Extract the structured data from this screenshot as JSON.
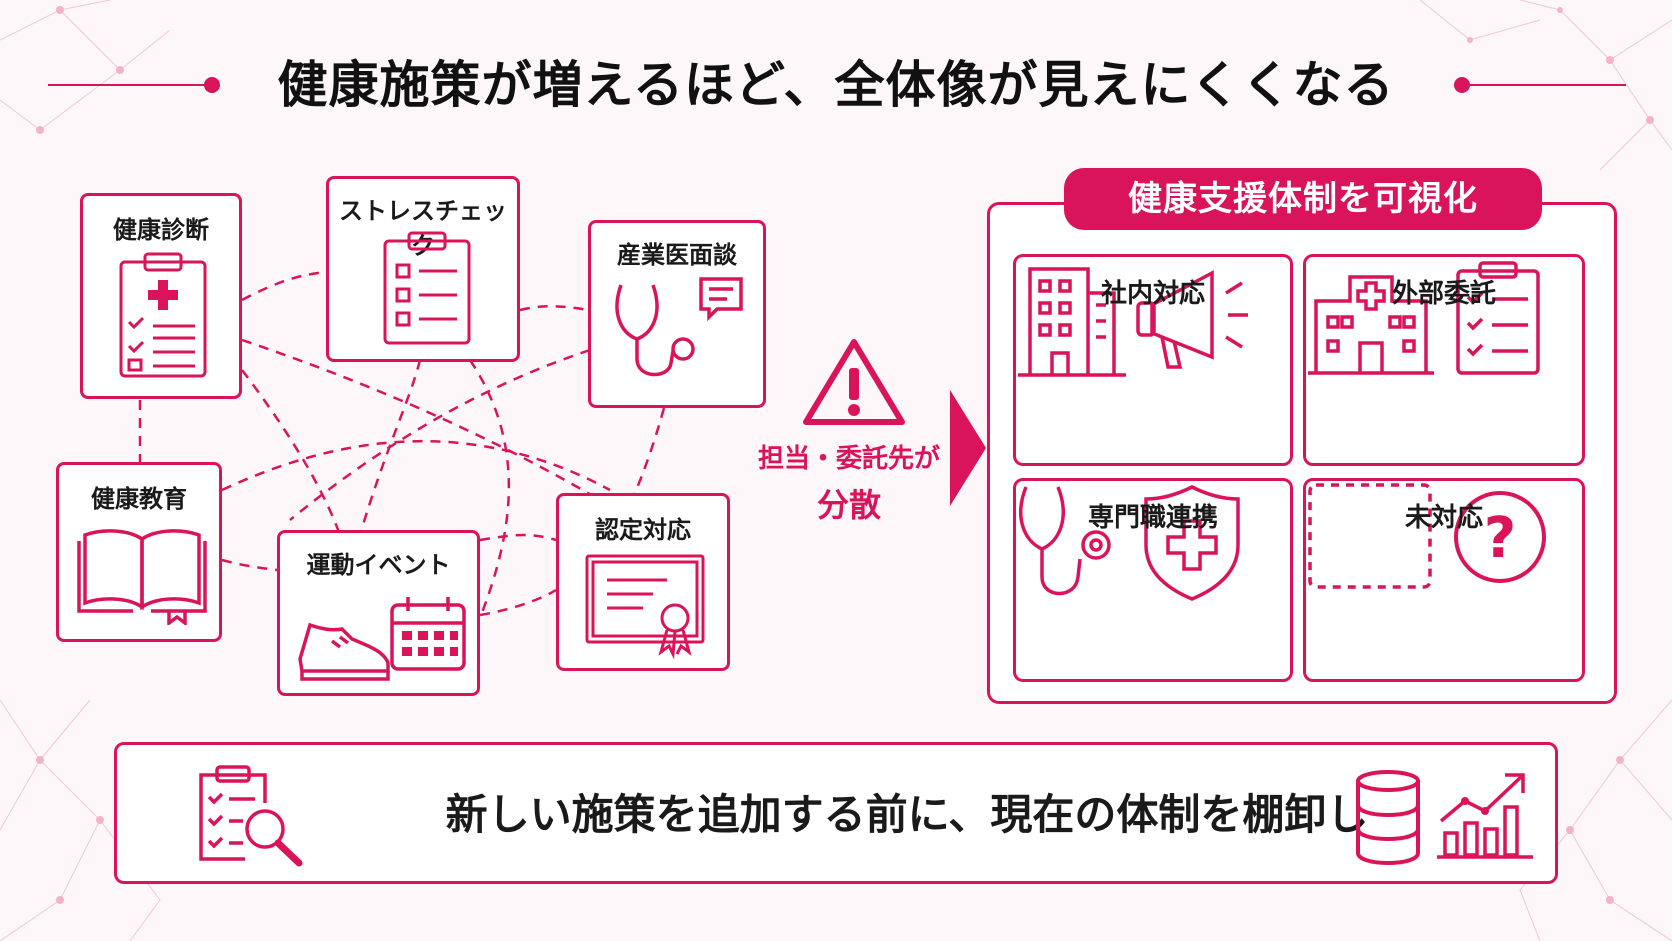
{
  "title": "健康施策が増えるほど、全体像が見えにくくなる",
  "colors": {
    "accent": "#d9145a",
    "background": "#fdf7f9",
    "text": "#1a1a1a"
  },
  "left_cards": [
    {
      "label": "健康診断",
      "icon": "medical-clipboard-icon"
    },
    {
      "label": "ストレスチェック",
      "icon": "checklist-clipboard-icon"
    },
    {
      "label": "産業医面談",
      "icon": "stethoscope-chat-icon"
    },
    {
      "label": "健康教育",
      "icon": "open-book-icon"
    },
    {
      "label": "運動イベント",
      "icon": "shoe-calendar-icon"
    },
    {
      "label": "認定対応",
      "icon": "certificate-icon"
    }
  ],
  "center": {
    "line1": "担当・委託先が",
    "line2": "分散",
    "icon": "warning-icon"
  },
  "right_panel": {
    "title": "健康支援体制を可視化",
    "cells": [
      {
        "label": "社内対応",
        "icon": "office-building-megaphone-icon"
      },
      {
        "label": "外部委託",
        "icon": "hospital-clipboard-icon"
      },
      {
        "label": "専門職連携",
        "icon": "stethoscope-shield-icon"
      },
      {
        "label": "未対応",
        "icon": "dashed-box-question-icon"
      }
    ]
  },
  "bottom": {
    "text": "新しい施策を追加する前に、現在の体制を棚卸し",
    "icons": [
      "clipboard-search-icon",
      "database-icon",
      "growth-chart-icon"
    ]
  }
}
